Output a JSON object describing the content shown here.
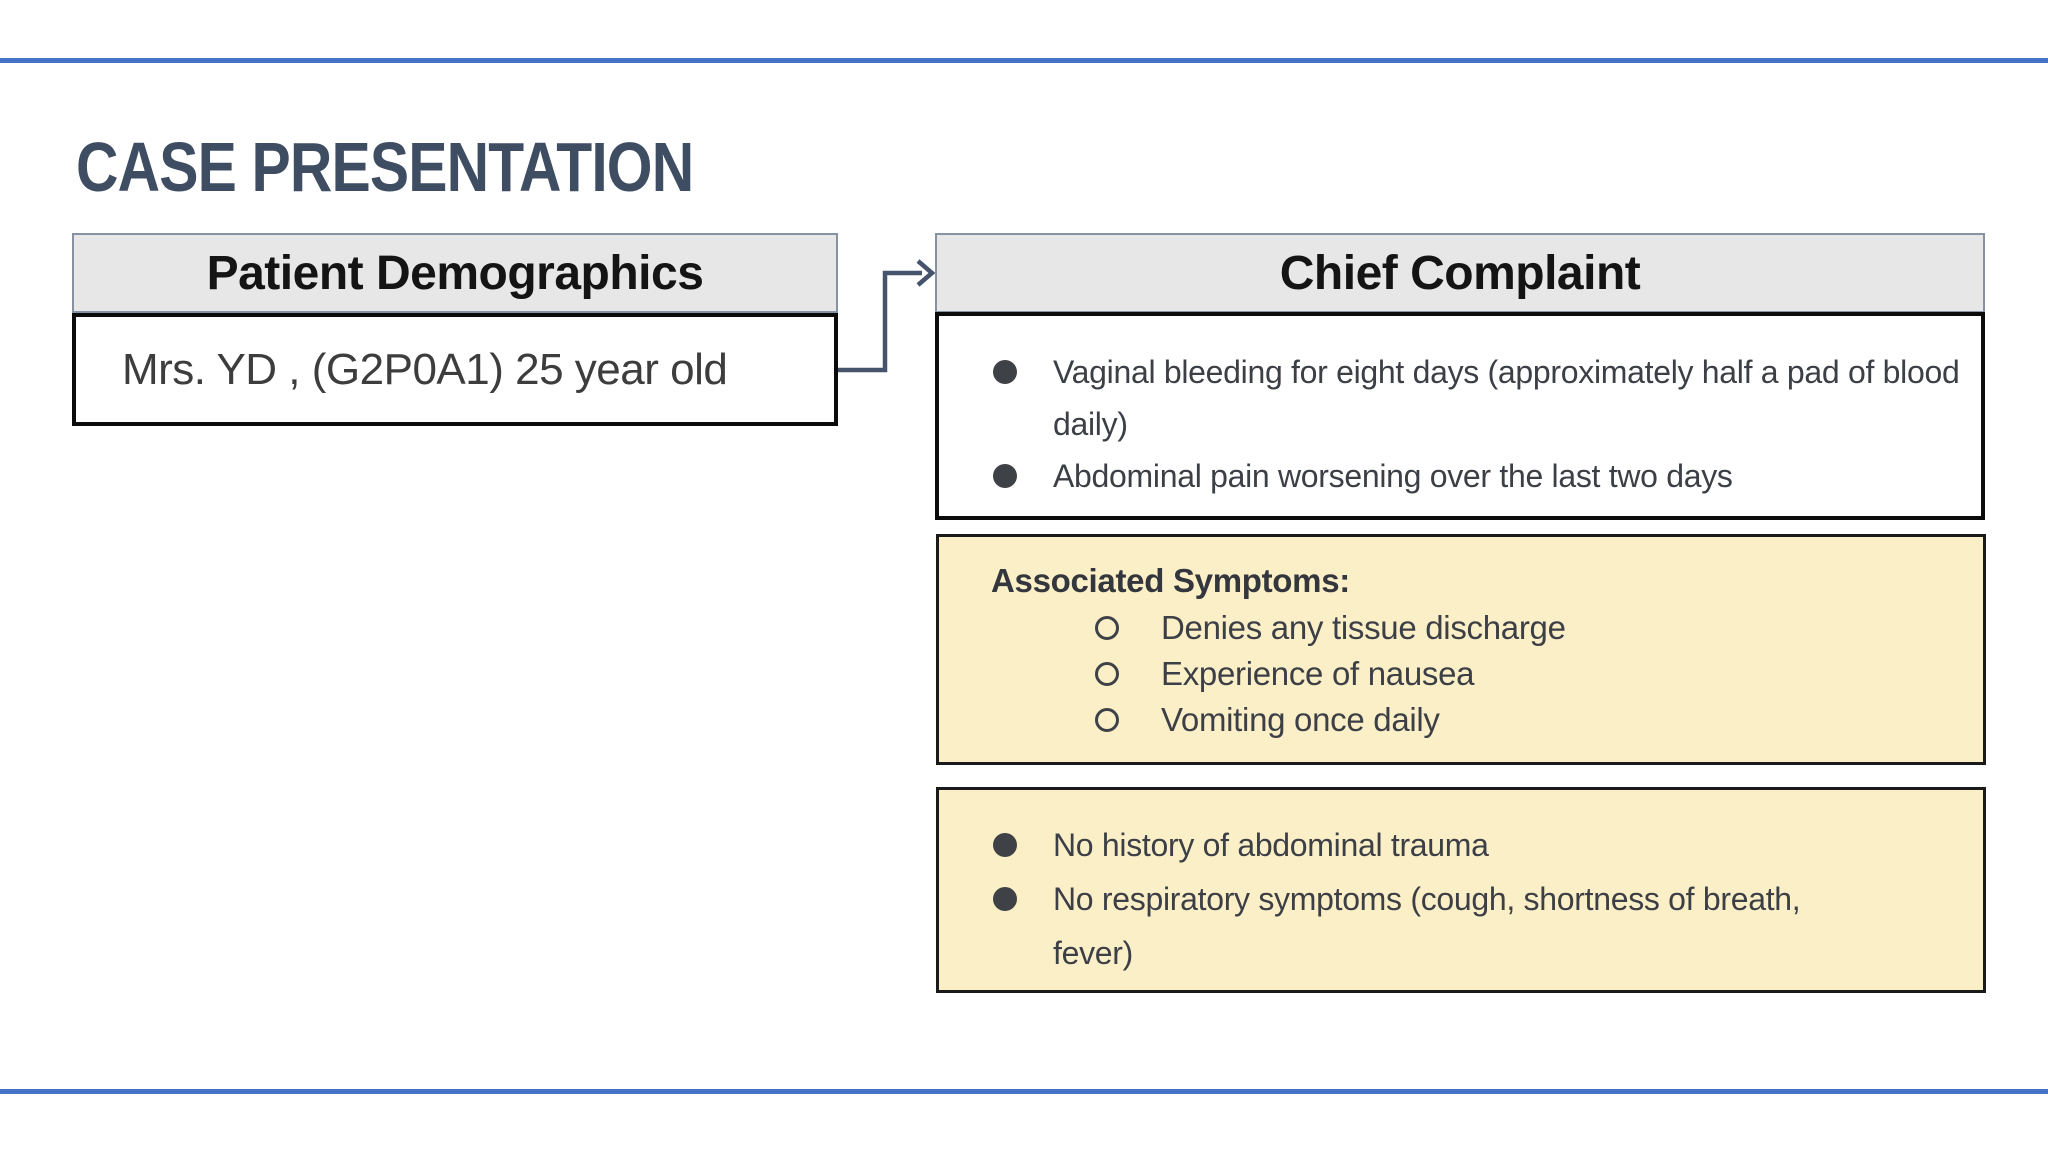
{
  "slide": {
    "title": "CASE PRESENTATION",
    "demographics": {
      "header": "Patient Demographics",
      "body": "Mrs. YD , (G2P0A1) 25 year old"
    },
    "chief_complaint": {
      "header": "Chief Complaint",
      "complaints": [
        "Vaginal bleeding for eight days (approximately half a pad of blood daily)",
        "Abdominal pain worsening over the last two days"
      ]
    },
    "associated_symptoms": {
      "heading": "Associated Symptoms:",
      "items": [
        "Denies any tissue discharge",
        "Experience of nausea",
        "Vomiting once daily"
      ]
    },
    "negatives": [
      "No history of abdominal trauma",
      "No respiratory symptoms (cough, shortness of breath, fever)"
    ],
    "colors": {
      "accent_line": "#4472C4",
      "title_text": "#3F4D63",
      "header_fill": "#E8E7E7",
      "highlight_fill": "#FBEFC8",
      "connector": "#45546A"
    }
  }
}
